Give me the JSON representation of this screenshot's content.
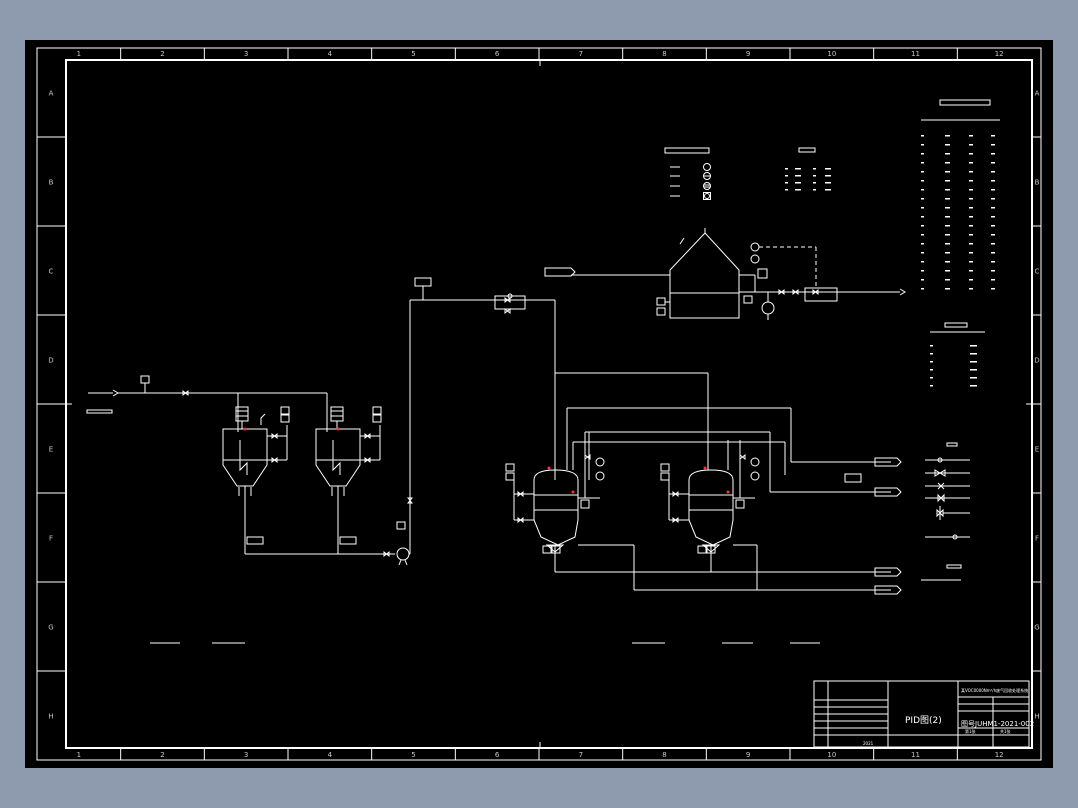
{
  "drawing": {
    "title": "PID图(2)",
    "drawing_no": "图号JUHM1-2021-002",
    "project": "某VOC0000Nm³/h废气回收处理系统",
    "date": "2021",
    "sheet_info": [
      "第1张",
      "共1张"
    ]
  },
  "grid": {
    "columns": [
      "1",
      "2",
      "3",
      "4",
      "5",
      "6",
      "7",
      "8",
      "9",
      "10",
      "11",
      "12"
    ],
    "rows": [
      "A",
      "B",
      "C",
      "D",
      "E",
      "F",
      "G",
      "H"
    ]
  },
  "colors": {
    "background": "#000000",
    "lines": "#ffffff",
    "accent": "#ff3030",
    "window": "#8e9aae"
  }
}
